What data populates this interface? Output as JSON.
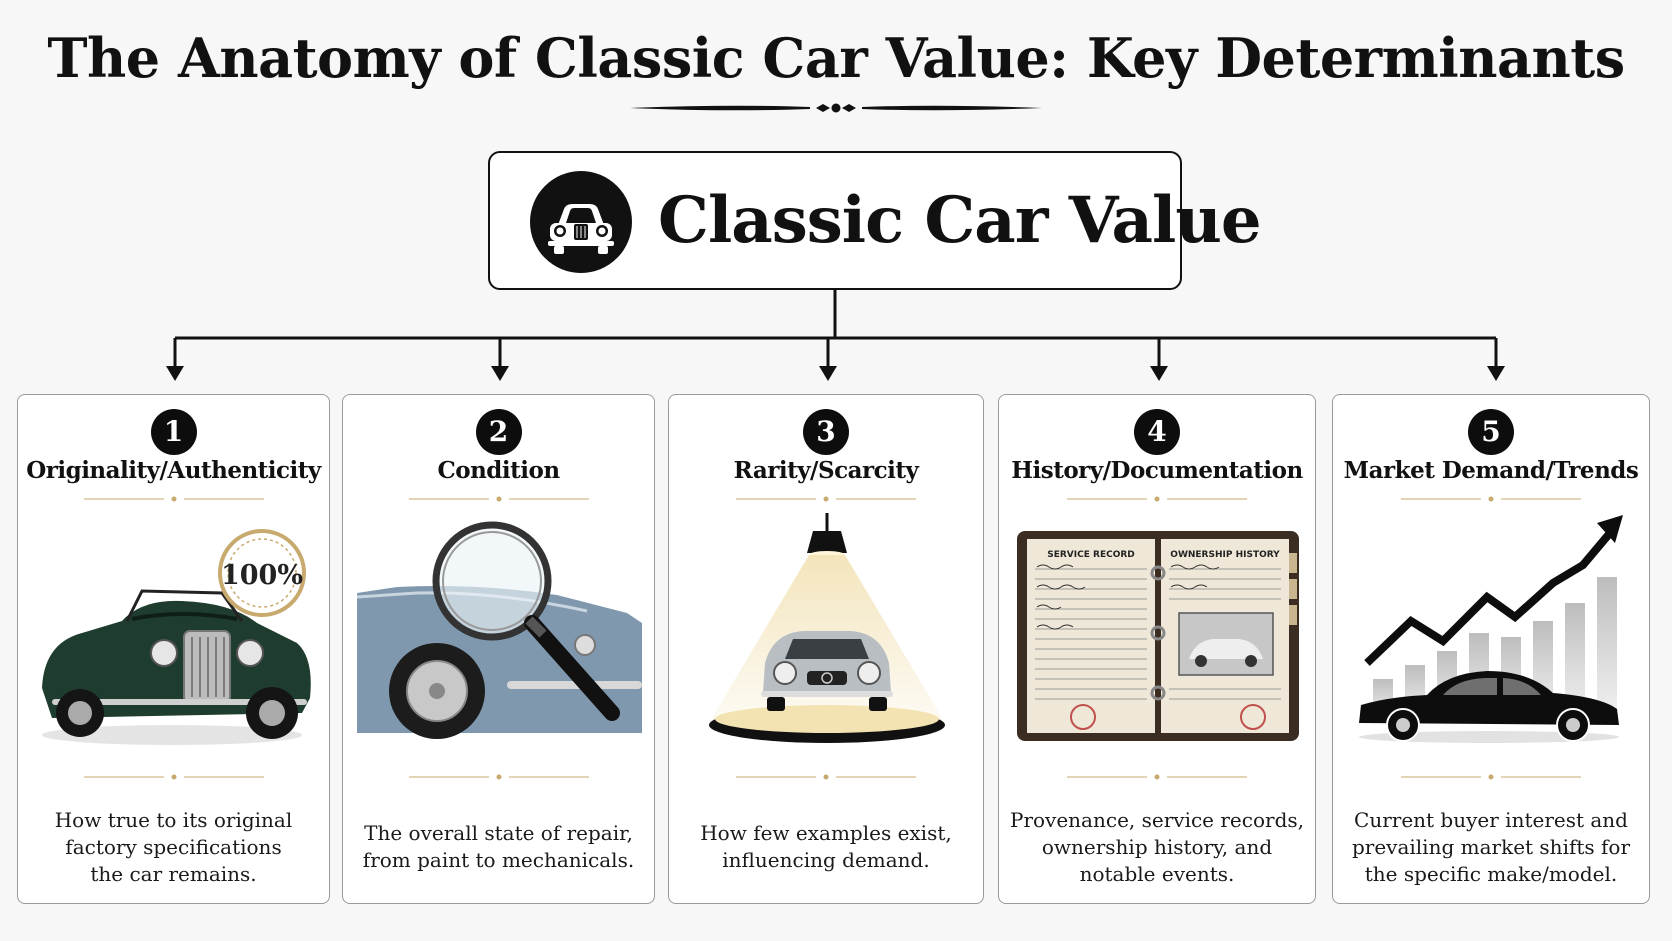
{
  "title": "The Anatomy of Classic Car Value: Key Determinants",
  "root": {
    "label": "Classic Car Value",
    "icon": "classic-car-front-icon"
  },
  "factors": [
    {
      "number": "1",
      "title": "Originality/Authenticity",
      "description": "How true to its original\nfactory specifications\nthe car remains.",
      "icon": "green-roadster-with-100-seal",
      "seal_text": "100%"
    },
    {
      "number": "2",
      "title": "Condition",
      "description": "The overall state of repair,\nfrom paint to mechanicals.",
      "icon": "magnifying-glass-over-car"
    },
    {
      "number": "3",
      "title": "Rarity/Scarcity",
      "description": "How few examples exist,\ninfluencing demand.",
      "icon": "spotlit-car-on-pedestal"
    },
    {
      "number": "4",
      "title": "History/Documentation",
      "description": "Provenance, service records,\nownership history, and\nnotable events.",
      "icon": "open-record-binder",
      "page_left": "SERVICE RECORD",
      "page_right": "OWNERSHIP HISTORY"
    },
    {
      "number": "5",
      "title": "Market Demand/Trends",
      "description": "Current buyer interest and\nprevailing market shifts for\nthe specific make/model.",
      "icon": "rising-trend-chart-with-car"
    }
  ],
  "colors": {
    "ink": "#111111",
    "accent_gold": "#c8a96e",
    "car_green": "#1f3d2e",
    "car_blue": "#7f98ad",
    "car_silver": "#b9bec3"
  }
}
